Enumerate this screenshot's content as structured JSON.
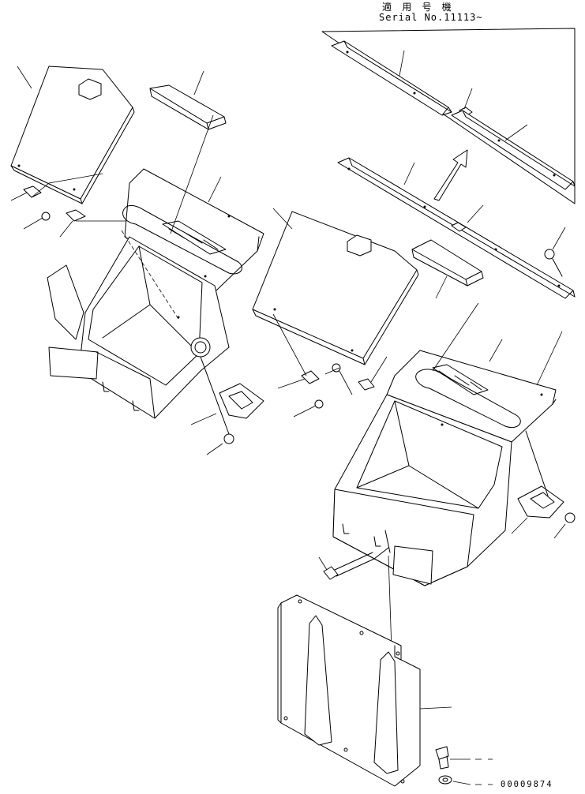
{
  "header": {
    "applicable_models": "適 用 号 機",
    "serial_range": "Serial No.11113~"
  },
  "footer": {
    "document_number": "00009874"
  },
  "colors": {
    "line": "#000000",
    "background": "#ffffff"
  }
}
